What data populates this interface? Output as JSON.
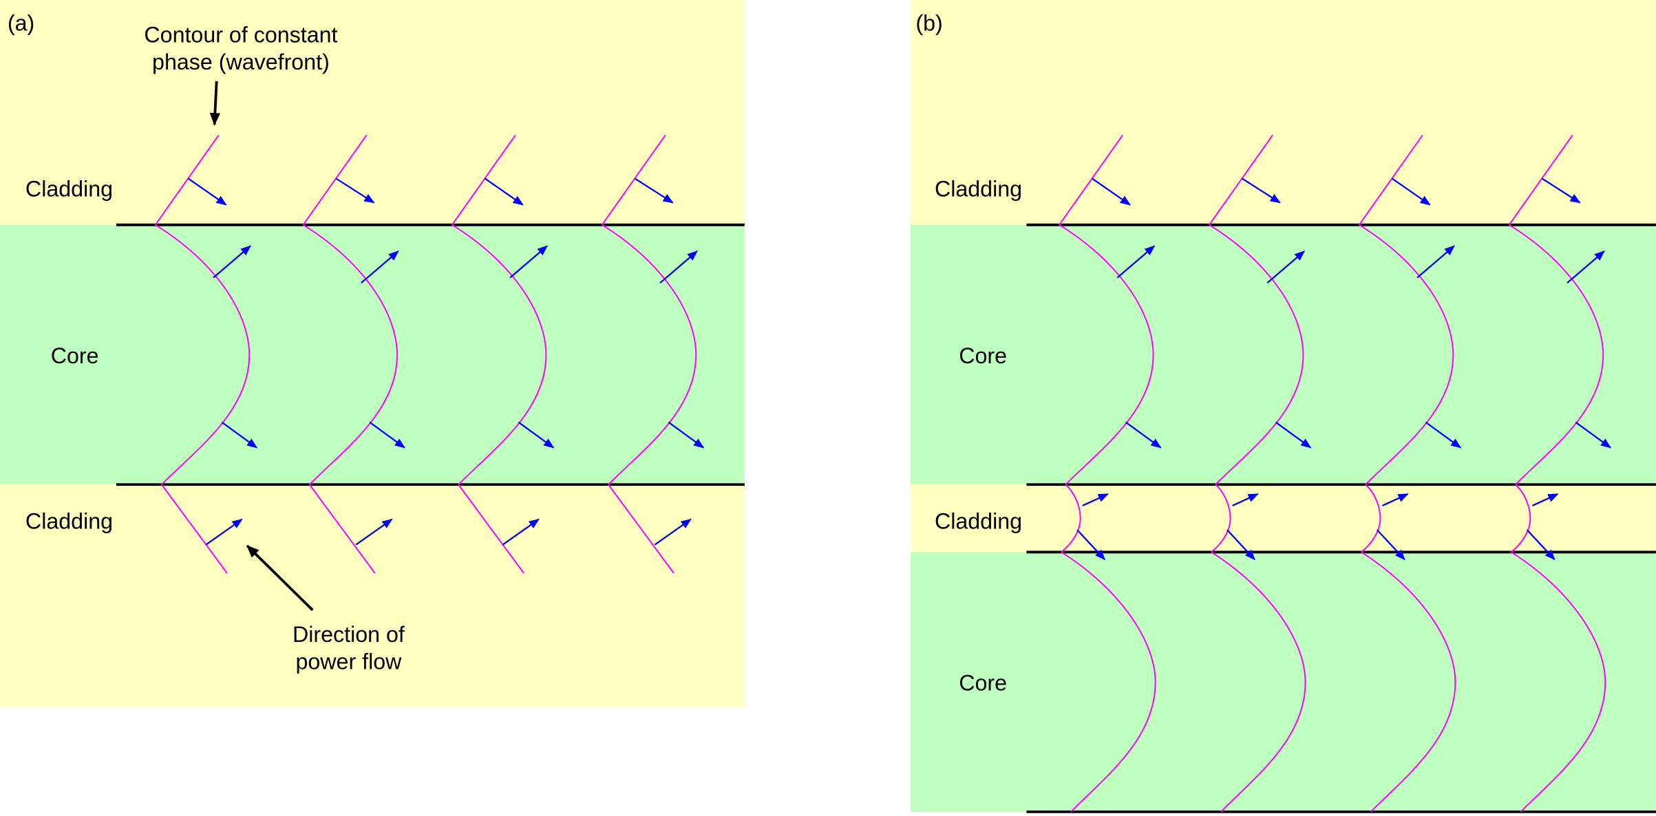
{
  "panel_a": {
    "label": "(a)",
    "cladding_top": "Cladding",
    "core": "Core",
    "cladding_bottom": "Cladding",
    "wavefront_annotation": [
      "Contour of constant",
      "phase (wavefront)"
    ],
    "power_annotation": [
      "Direction of",
      "power flow"
    ]
  },
  "panel_b": {
    "label": "(b)",
    "cladding_top": "Cladding",
    "core_upper": "Core",
    "cladding_middle": "Cladding",
    "core_lower": "Core"
  },
  "colors": {
    "cladding": "#ffffc0",
    "core": "#bfffbf",
    "wavefront": "#ff00ff",
    "power_arrow": "#0000ff",
    "interface": "#000000"
  }
}
